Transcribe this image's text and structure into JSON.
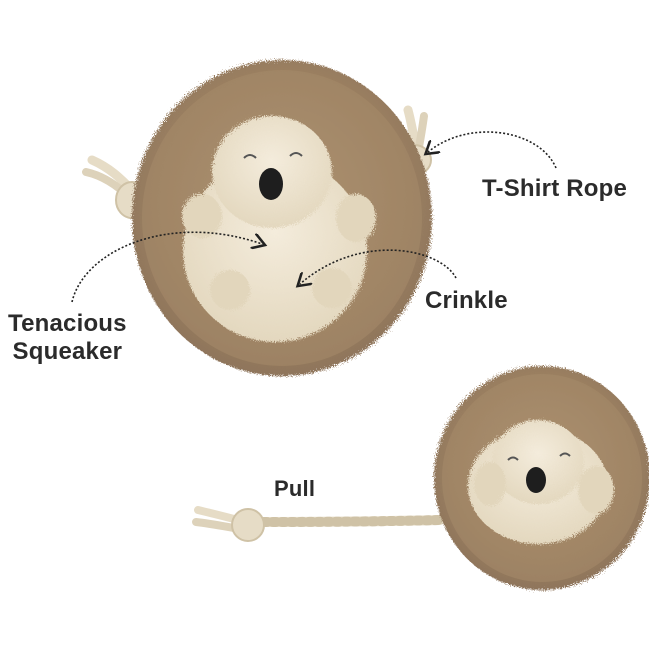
{
  "labels": {
    "t_shirt_rope": "T-Shirt Rope",
    "crinkle": "Crinkle",
    "tenacious_line1": "Tenacious",
    "tenacious_line2": "Squeaker",
    "pull": "Pull"
  },
  "colors": {
    "fur_dark": "#8a7158",
    "fur_mid": "#a08666",
    "fur_light": "#c8b496",
    "face_cream": "#efe6d2",
    "rope": "#e8e0cc",
    "nose": "#1e1e1e",
    "text": "#2b2b2b"
  },
  "icons": [
    "hedgehog-plush-toy",
    "rope-toy",
    "arrow"
  ]
}
